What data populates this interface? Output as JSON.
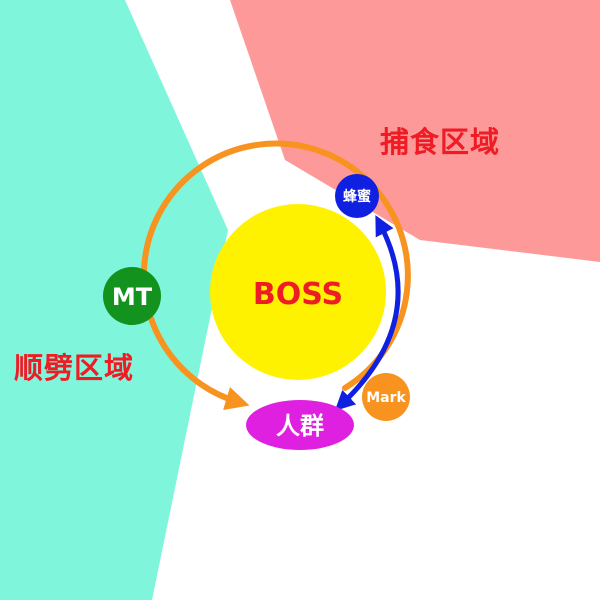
{
  "zones": {
    "cleave": {
      "label": "顺劈区域",
      "fill": "#7ff5dc",
      "text_color": "#ee1c24"
    },
    "devour": {
      "label": "捕食区域",
      "fill": "#fd9999",
      "text_color": "#ee1c24"
    }
  },
  "boss": {
    "label": "BOSS",
    "fill": "#fff200",
    "text_color": "#ee1c24"
  },
  "mt": {
    "label": "MT",
    "fill": "#13921d",
    "text_color": "#ffffff"
  },
  "bee": {
    "label": "蜂蜜",
    "fill": "#1020e0",
    "text_color": "#ffffff"
  },
  "mark": {
    "label": "Mark",
    "fill": "#f7931e",
    "text_color": "#ffffff"
  },
  "crowd": {
    "label": "人群",
    "fill": "#e020e0",
    "text_color": "#ffffff"
  },
  "arrows": {
    "orbit_color": "#f7931e",
    "bee_color": "#1020e0"
  }
}
